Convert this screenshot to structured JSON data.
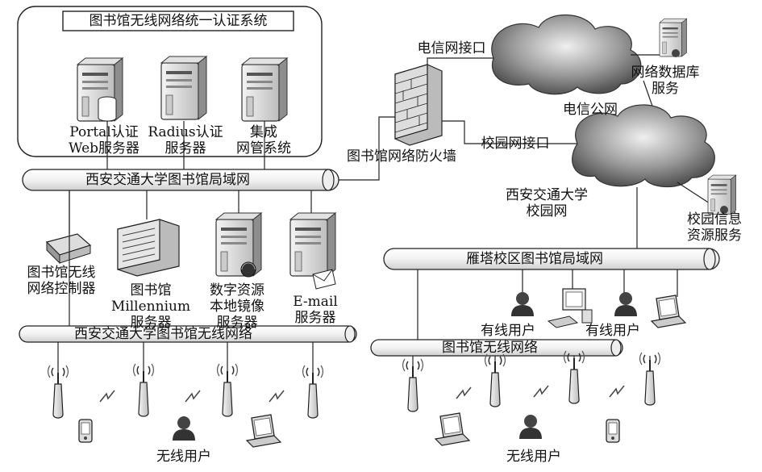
{
  "auth_group": {
    "title": "图书馆无线网络统一认证系统"
  },
  "servers_top": [
    {
      "line1": "Portal认证",
      "line2": "Web服务器"
    },
    {
      "line1": "Radius认证",
      "line2": "服务器"
    },
    {
      "line1": "集成",
      "line2": "网管系统"
    }
  ],
  "lan_main": "西安交通大学图书馆局域网",
  "firewall": "图书馆网络防火墙",
  "telecom_if": "电信网接口",
  "campus_if": "校园网接口",
  "telecom_net": "电信公网",
  "network_db": {
    "line1": "网络数据库",
    "line2": "服务"
  },
  "campus_net": {
    "line1": "西安交通大学",
    "line2": "校园网"
  },
  "campus_info": {
    "line1": "校园信息",
    "line2": "资源服务"
  },
  "yanta_lan": "雁塔校区图书馆局域网",
  "wired_users": [
    "有线用户",
    "有线用户"
  ],
  "servers_mid": [
    {
      "line1": "图书馆无线",
      "line2": "网络控制器"
    },
    {
      "line1": "图书馆",
      "line2": "Millennium",
      "line3": "服务器"
    },
    {
      "line1": "数字资源",
      "line2": "本地镜像",
      "line3": "服务器"
    },
    {
      "line1": "E-mail",
      "line2": "服务器"
    }
  ],
  "wifi_main": "西安交通大学图书馆无线网络",
  "wifi_right": "图书馆无线网络",
  "wireless_users": [
    "无线用户",
    "无线用户"
  ]
}
